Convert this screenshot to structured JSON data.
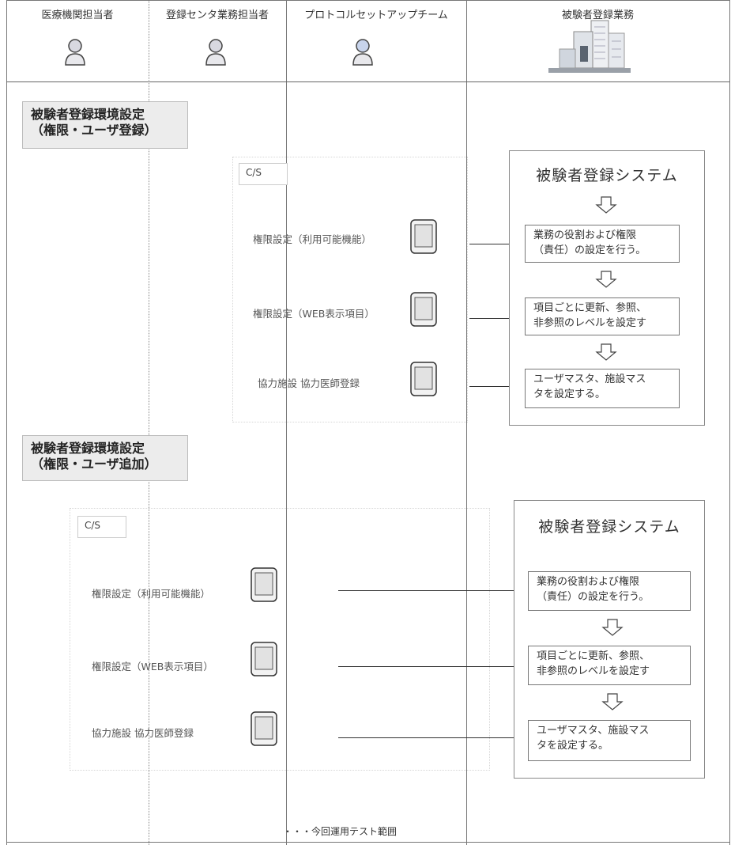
{
  "lanes": [
    {
      "title": "医療機関担当者"
    },
    {
      "title": "登録センタ業務担当者"
    },
    {
      "title": "プロトコルセットアップチーム"
    },
    {
      "title": "被験者登録業務"
    }
  ],
  "sections": [
    {
      "label": "被験者登録環境設定\n（権限・ユーザ登録）",
      "cs_label": "C/S",
      "actions": [
        {
          "label": "権限設定（利用可能機能）"
        },
        {
          "label": "権限設定（WEB表示項目）"
        },
        {
          "label": "協力施設 協力医師登録"
        }
      ],
      "system": {
        "title": "被験者登録システム",
        "steps": [
          "業務の役割および権限\n（責任）の設定を行う。",
          "項目ごとに更新、参照、\n非参照のレベルを設定す",
          "ユーザマスタ、施設マス\nタを設定する。"
        ]
      }
    },
    {
      "label": "被験者登録環境設定\n（権限・ユーザ追加）",
      "cs_label": "C/S",
      "actions": [
        {
          "label": "権限設定（利用可能機能）"
        },
        {
          "label": "権限設定（WEB表示項目）"
        },
        {
          "label": "協力施設 協力医師登録"
        }
      ],
      "system": {
        "title": "被験者登録システム",
        "steps": [
          "業務の役割および権限\n（責任）の設定を行う。",
          "項目ごとに更新、参照、\n非参照のレベルを設定す",
          "ユーザマスタ、施設マス\nタを設定する。"
        ]
      }
    }
  ],
  "footer_note": "・・・今回運用テスト範囲",
  "icons": {
    "person": "person-icon",
    "building": "building-icon",
    "terminal": "terminal-icon"
  }
}
